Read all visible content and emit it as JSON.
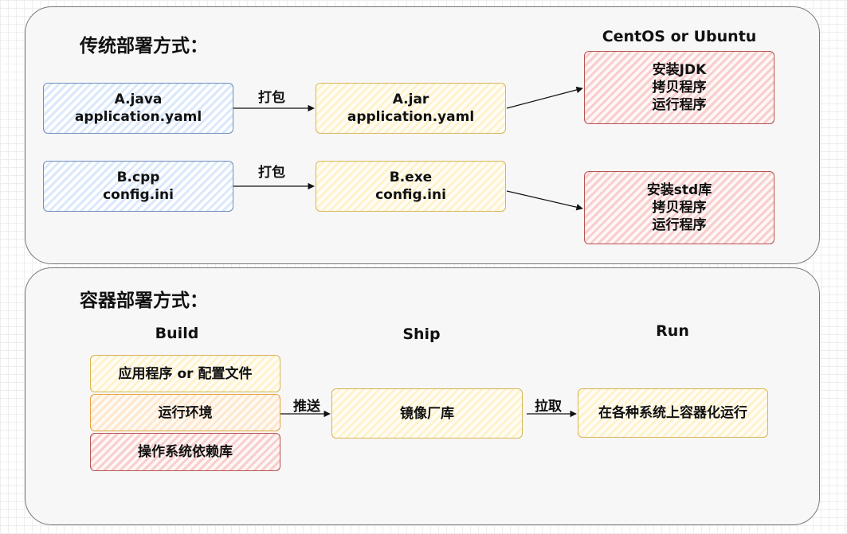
{
  "traditional": {
    "title": "传统部署方式：",
    "os_heading": "CentOS or Ubuntu",
    "row1": {
      "source": [
        "A.java",
        "application.yaml"
      ],
      "arrow_label": "打包",
      "package": [
        "A.jar",
        "application.yaml"
      ],
      "target": [
        "安装JDK",
        "拷贝程序",
        "运行程序"
      ]
    },
    "row2": {
      "source": [
        "B.cpp",
        "config.ini"
      ],
      "arrow_label": "打包",
      "package": [
        "B.exe",
        "config.ini"
      ],
      "target": [
        "安装std库",
        "拷贝程序",
        "运行程序"
      ]
    }
  },
  "container": {
    "title": "容器部署方式：",
    "build_heading": "Build",
    "ship_heading": "Ship",
    "run_heading": "Run",
    "build_layers": [
      "应用程序 or 配置文件",
      "运行环境",
      "操作系统依赖库"
    ],
    "push_label": "推送",
    "registry": "镜像厂库",
    "pull_label": "拉取",
    "run_box": "在各种系统上容器化运行"
  },
  "colors": {
    "blue_border": "#6c8ebf",
    "yellow_border": "#d6b656",
    "red_border": "#b85450",
    "orange_border": "#e6a23c"
  }
}
